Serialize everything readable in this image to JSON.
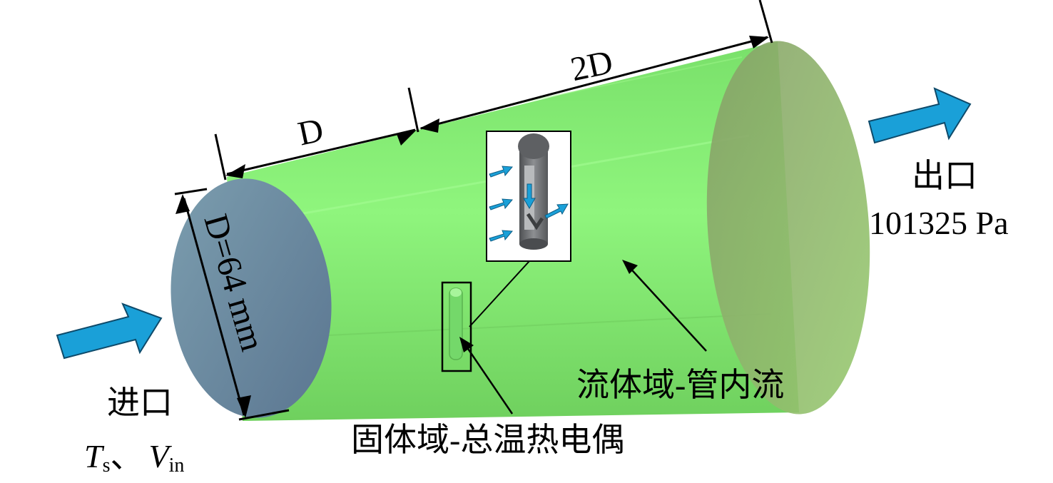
{
  "dimensions": {
    "upstream_length": "D",
    "downstream_length": "2D",
    "diameter": "D=64 mm"
  },
  "inlet": {
    "title": "进口",
    "var1": "T",
    "var1_sub": "s",
    "separator": "、",
    "var2": "V",
    "var2_sub": "in"
  },
  "outlet": {
    "title": "出口",
    "pressure": "101325 Pa"
  },
  "labels": {
    "fluid_domain": "流体域-管内流",
    "solid_domain": "固体域-总温热电偶"
  },
  "colors": {
    "pipe_body": "#8ef07a",
    "pipe_edge": "#7ad468",
    "inlet_face": "#6e90a6",
    "outlet_face": "#8fb86a",
    "flow_arrow": "#1aa0d8",
    "probe_gray": "#6d6f72"
  }
}
